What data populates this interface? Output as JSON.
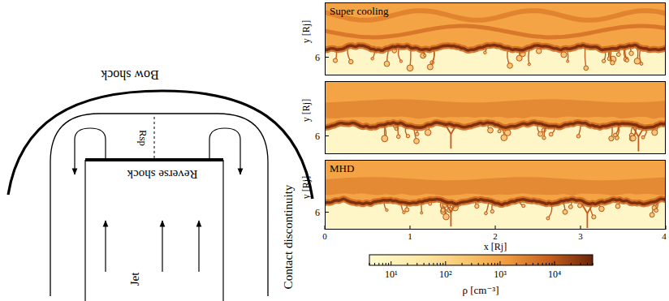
{
  "diagram": {
    "nodes": [
      {
        "text": [
          "Super cooling"
        ]
      },
      {
        "text": [
          "MHD"
        ]
      }
    ],
    "labels": [
      "Bow shock",
      "Rsp",
      "Reverse shock",
      "Contact discontinuity",
      "Jet",
      "y [Rj]",
      "6",
      "y [Rj]",
      "6",
      "y [Rj]",
      "6",
      "0",
      "1",
      "2",
      "3",
      "4",
      "x [Rj]",
      "10¹",
      "10²",
      "10³",
      "10⁴",
      "ρ [cm⁻³]"
    ]
  }
}
